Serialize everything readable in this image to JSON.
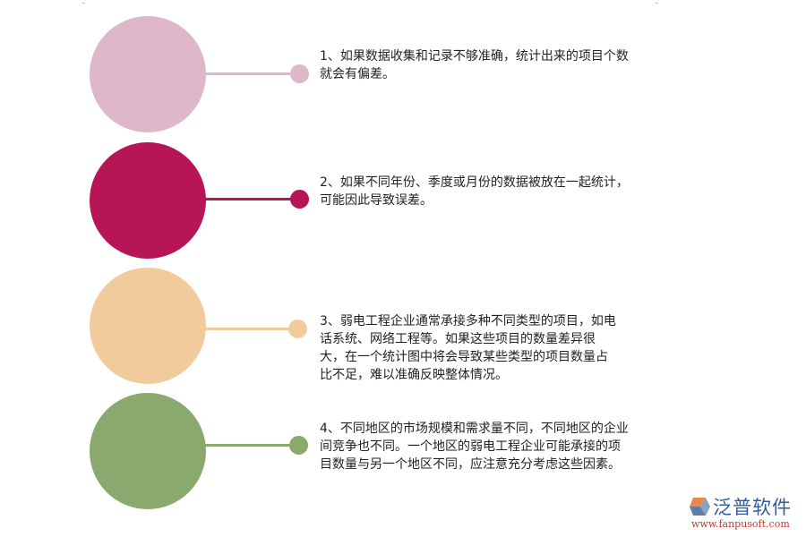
{
  "items": [
    {
      "id": 1,
      "color": "#dfb7cb",
      "text": "1、如果数据收集和记录不够准确，统计出来的项目个数就会有偏差。"
    },
    {
      "id": 2,
      "color": "#b71556",
      "text": "2、如果不同年份、季度或月份的数据被放在一起统计，可能因此导致误差。"
    },
    {
      "id": 3,
      "color": "#f1cb9b",
      "text": "3、弱电工程企业通常承接多种不同类型的项目，如电话系统、网络工程等。如果这些项目的数量差异很大，在一个统计图中将会导致某些类型的项目数量占比不足，难以准确反映整体情况。"
    },
    {
      "id": 4,
      "color": "#8aa96f",
      "text": "4、不同地区的市场规模和需求量不同，不同地区的企业间竞争也不同。一个地区的弱电工程企业可能承接的项目数量与另一个地区不同，应注意充分考虑这些因素。"
    }
  ],
  "logo": {
    "name": "泛普软件",
    "url": "www.fanpusoft.com",
    "icon": "fanpu-logo-icon"
  }
}
